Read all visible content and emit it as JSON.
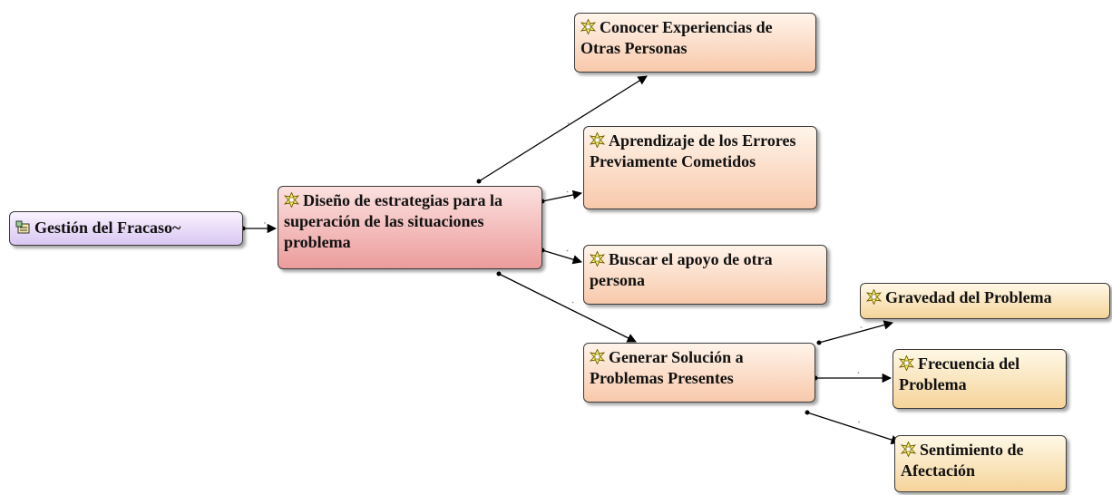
{
  "colors": {
    "code_fill": "#f8c9ab",
    "selected_fill": "#ec9c9c",
    "root_fill": "#d9c6f2",
    "sub_fill": "#f5d49a",
    "edge": "#000000"
  },
  "nodes": {
    "root": {
      "text": "Gestión del Fracaso~",
      "icon": "family-icon"
    },
    "main": {
      "text": "Diseño de estrategias para la superación de las situaciones problema",
      "icon": "code-icon"
    },
    "n1": {
      "text": "Conocer Experiencias de Otras Personas",
      "icon": "code-icon"
    },
    "n2": {
      "text": "Aprendizaje de los Errores Previamente Cometidos",
      "icon": "code-icon"
    },
    "n3": {
      "text": "Buscar el apoyo de otra persona",
      "icon": "code-icon"
    },
    "n4": {
      "text": "Generar Solución a Problemas Presentes",
      "icon": "code-icon"
    },
    "s1": {
      "text": "Gravedad del Problema",
      "icon": "code-icon"
    },
    "s2": {
      "text": "Frecuencia del Problema",
      "icon": "code-icon"
    },
    "s3": {
      "text": "Sentimiento de Afectación",
      "icon": "code-icon"
    }
  },
  "edges": [
    {
      "from": "root",
      "to": "main"
    },
    {
      "from": "main",
      "to": "n1"
    },
    {
      "from": "main",
      "to": "n2"
    },
    {
      "from": "main",
      "to": "n3"
    },
    {
      "from": "main",
      "to": "n4"
    },
    {
      "from": "n4",
      "to": "s1"
    },
    {
      "from": "n4",
      "to": "s2"
    },
    {
      "from": "n4",
      "to": "s3"
    }
  ]
}
